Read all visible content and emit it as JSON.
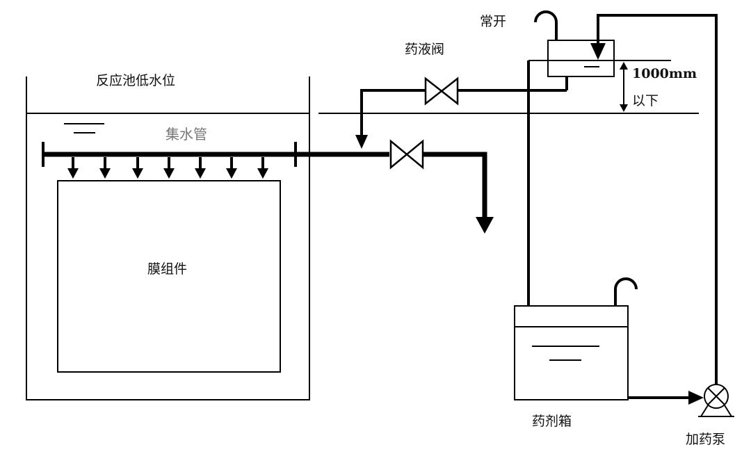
{
  "labels": {
    "reactor_low_level": "反应池低水位",
    "collector_pipe": "集水管",
    "membrane_module": "膜组件",
    "dosing_valve": "药液阀",
    "normally_open": "常开",
    "height_value": "1000mm",
    "height_below": "以下",
    "chemical_tank": "药剂箱",
    "dosing_pump": "加药泵"
  }
}
